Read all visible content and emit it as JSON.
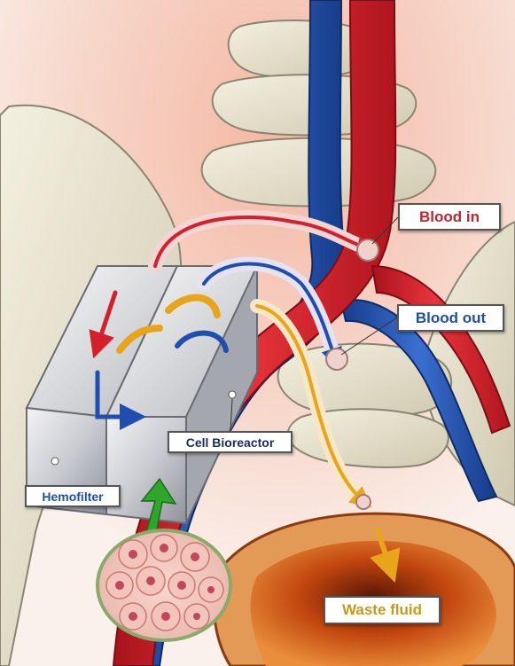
{
  "labels": {
    "blood_in": "Blood in",
    "blood_out": "Blood out",
    "cell_bioreactor": "Cell Bioreactor",
    "hemofilter": "Hemofilter",
    "waste_fluid": "Waste fluid"
  },
  "colors": {
    "blood_in_text": "#c8232c",
    "blood_out_text": "#1f4fa8",
    "cell_bioreactor_text": "#1a2f66",
    "hemofilter_text": "#1f4fa8",
    "waste_fluid_text": "#c99a1a",
    "artery": "#d3202c",
    "vein": "#1f4eb0",
    "flow_yellow": "#e8a51c"
  },
  "icons": {
    "callout_arrow": "green-up-arrow",
    "cells_inset": "cell-culture-circle"
  }
}
